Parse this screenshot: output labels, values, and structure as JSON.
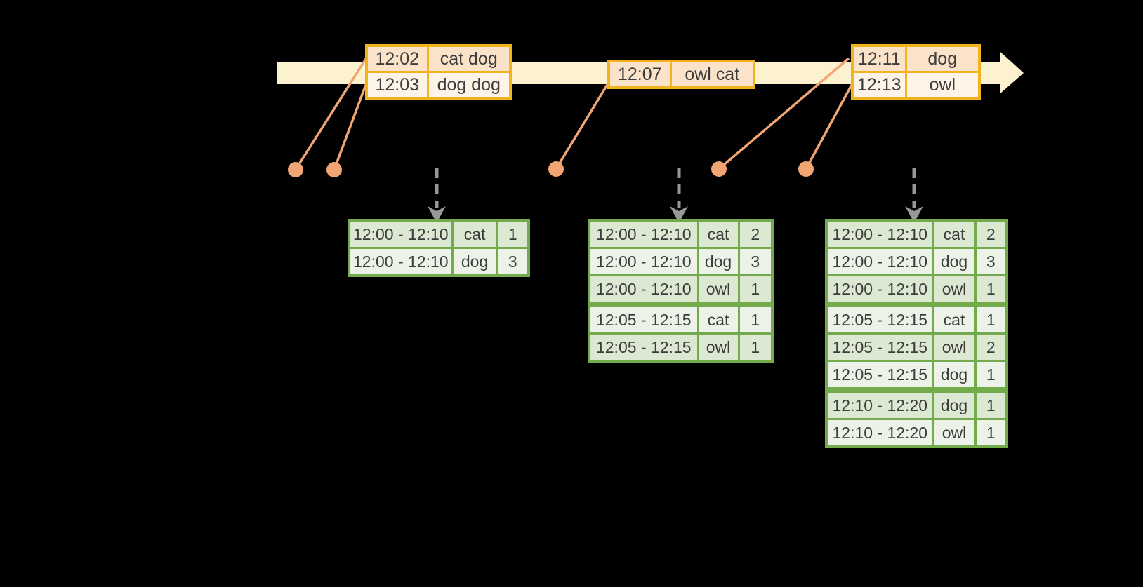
{
  "colors": {
    "background": "#000000",
    "timeline_fill": "#FCF2CF",
    "event_border": "#F1B41F",
    "event_row_dark": "#FAE3C9",
    "event_row_light": "#FDF4E7",
    "connector": "#F0A573",
    "result_border": "#73AB4C",
    "result_row_dark": "#DDE8D2",
    "result_row_light": "#EDF2E8",
    "trigger_arrow": "#989898",
    "text": "#3C3C3C"
  },
  "event_tables": [
    {
      "rows": [
        [
          "12:02",
          "cat dog"
        ],
        [
          "12:03",
          "dog dog"
        ]
      ]
    },
    {
      "rows": [
        [
          "12:07",
          "owl cat"
        ]
      ]
    },
    {
      "rows": [
        [
          "12:11",
          "dog"
        ],
        [
          "12:13",
          "owl"
        ]
      ]
    }
  ],
  "result_tables": [
    {
      "rows": [
        [
          "12:00 - 12:10",
          "cat",
          "1"
        ],
        [
          "12:00 - 12:10",
          "dog",
          "3"
        ]
      ],
      "thick_after": []
    },
    {
      "rows": [
        [
          "12:00 - 12:10",
          "cat",
          "2"
        ],
        [
          "12:00 - 12:10",
          "dog",
          "3"
        ],
        [
          "12:00 - 12:10",
          "owl",
          "1"
        ],
        [
          "12:05 - 12:15",
          "cat",
          "1"
        ],
        [
          "12:05 - 12:15",
          "owl",
          "1"
        ]
      ],
      "thick_after": [
        2
      ]
    },
    {
      "rows": [
        [
          "12:00 - 12:10",
          "cat",
          "2"
        ],
        [
          "12:00 - 12:10",
          "dog",
          "3"
        ],
        [
          "12:00 - 12:10",
          "owl",
          "1"
        ],
        [
          "12:05 - 12:15",
          "cat",
          "1"
        ],
        [
          "12:05 - 12:15",
          "owl",
          "2"
        ],
        [
          "12:05 - 12:15",
          "dog",
          "1"
        ],
        [
          "12:10 - 12:20",
          "dog",
          "1"
        ],
        [
          "12:10 - 12:20",
          "owl",
          "1"
        ]
      ],
      "thick_after": [
        2,
        5
      ]
    }
  ]
}
